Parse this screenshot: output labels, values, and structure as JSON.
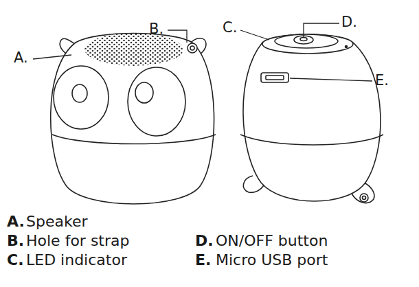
{
  "diagram": {
    "labels": [
      "A.",
      "B.",
      "C.",
      "D.",
      "E.",
      "A.",
      "Speaker",
      "B.",
      "Hole for strap",
      "C.",
      "LED indicator",
      "D.",
      "ON/OFF button",
      "E.",
      "Micro USB port"
    ]
  }
}
